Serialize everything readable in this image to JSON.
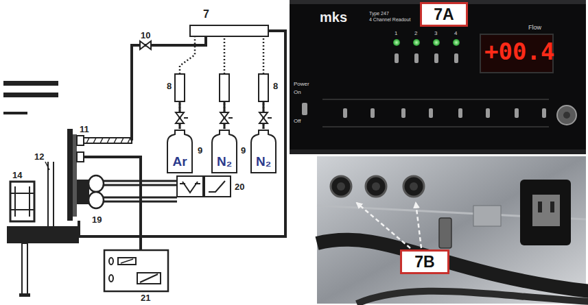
{
  "diagram": {
    "nodes": [
      {
        "text": [
          "7"
        ]
      },
      {
        "text": [
          "Ar"
        ]
      },
      {
        "text": [
          "N₂"
        ]
      },
      {
        "text": [
          "N₂"
        ]
      },
      {
        "text": [
          "7A"
        ]
      },
      {
        "text": [
          "7B"
        ]
      }
    ],
    "edges": [
      {
        "from": 1,
        "to": 0,
        "arrow": "none"
      },
      {
        "from": 2,
        "to": 0,
        "arrow": "none"
      },
      {
        "from": 3,
        "to": 0,
        "arrow": "none"
      }
    ],
    "labels": [
      "10",
      "8",
      "8",
      "9",
      "9",
      "11",
      "12",
      "14",
      "19",
      "20",
      "21",
      "mks",
      "Type 247",
      "4 Channel Readout",
      "Flow",
      "+00.4",
      "Power",
      "On",
      "Off",
      "1",
      "2",
      "3",
      "4"
    ]
  }
}
